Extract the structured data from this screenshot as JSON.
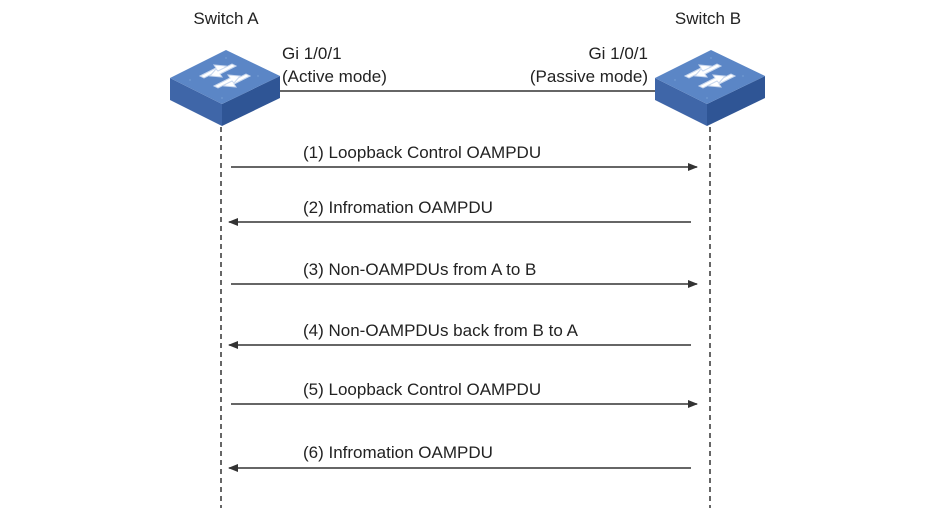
{
  "switch_a": {
    "title": "Switch A",
    "port": "Gi 1/0/1",
    "mode": "(Active mode)",
    "icon": "network-switch-icon"
  },
  "switch_b": {
    "title": "Switch B",
    "port": "Gi 1/0/1",
    "mode": "(Passive mode)",
    "icon": "network-switch-icon"
  },
  "messages": [
    {
      "label": "(1) Loopback Control OAMPDU",
      "direction": "A-to-B"
    },
    {
      "label": "(2) Infromation OAMPDU",
      "direction": "B-to-A"
    },
    {
      "label": "(3) Non-OAMPDUs from A to B",
      "direction": "A-to-B"
    },
    {
      "label": "(4) Non-OAMPDUs back from B to A",
      "direction": "B-to-A"
    },
    {
      "label": "(5) Loopback Control OAMPDU",
      "direction": "A-to-B"
    },
    {
      "label": "(6) Infromation OAMPDU",
      "direction": "B-to-A"
    }
  ],
  "colors": {
    "switch_top": "#5b86c6",
    "switch_side": "#3f66a8",
    "switch_front": "#2f5595",
    "line": "#333333",
    "text": "#222222"
  }
}
